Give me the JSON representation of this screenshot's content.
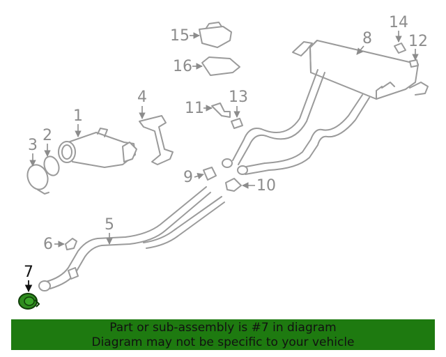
{
  "diagram": {
    "callouts": {
      "c1": "1",
      "c2": "2",
      "c3": "3",
      "c4": "4",
      "c5": "5",
      "c6": "6",
      "c7": "7",
      "c8": "8",
      "c9": "9",
      "c10": "10",
      "c11": "11",
      "c12": "12",
      "c13": "13",
      "c14": "14",
      "c15": "15",
      "c16": "16"
    },
    "highlighted_part": "7",
    "colors": {
      "highlight": "#2e8b1e",
      "line": "#9a9a9a",
      "banner": "#1e7a10"
    }
  },
  "banner": {
    "line1": "Part or sub-assembly is #7 in diagram",
    "line2": "Diagram may not be specific to your vehicle"
  }
}
